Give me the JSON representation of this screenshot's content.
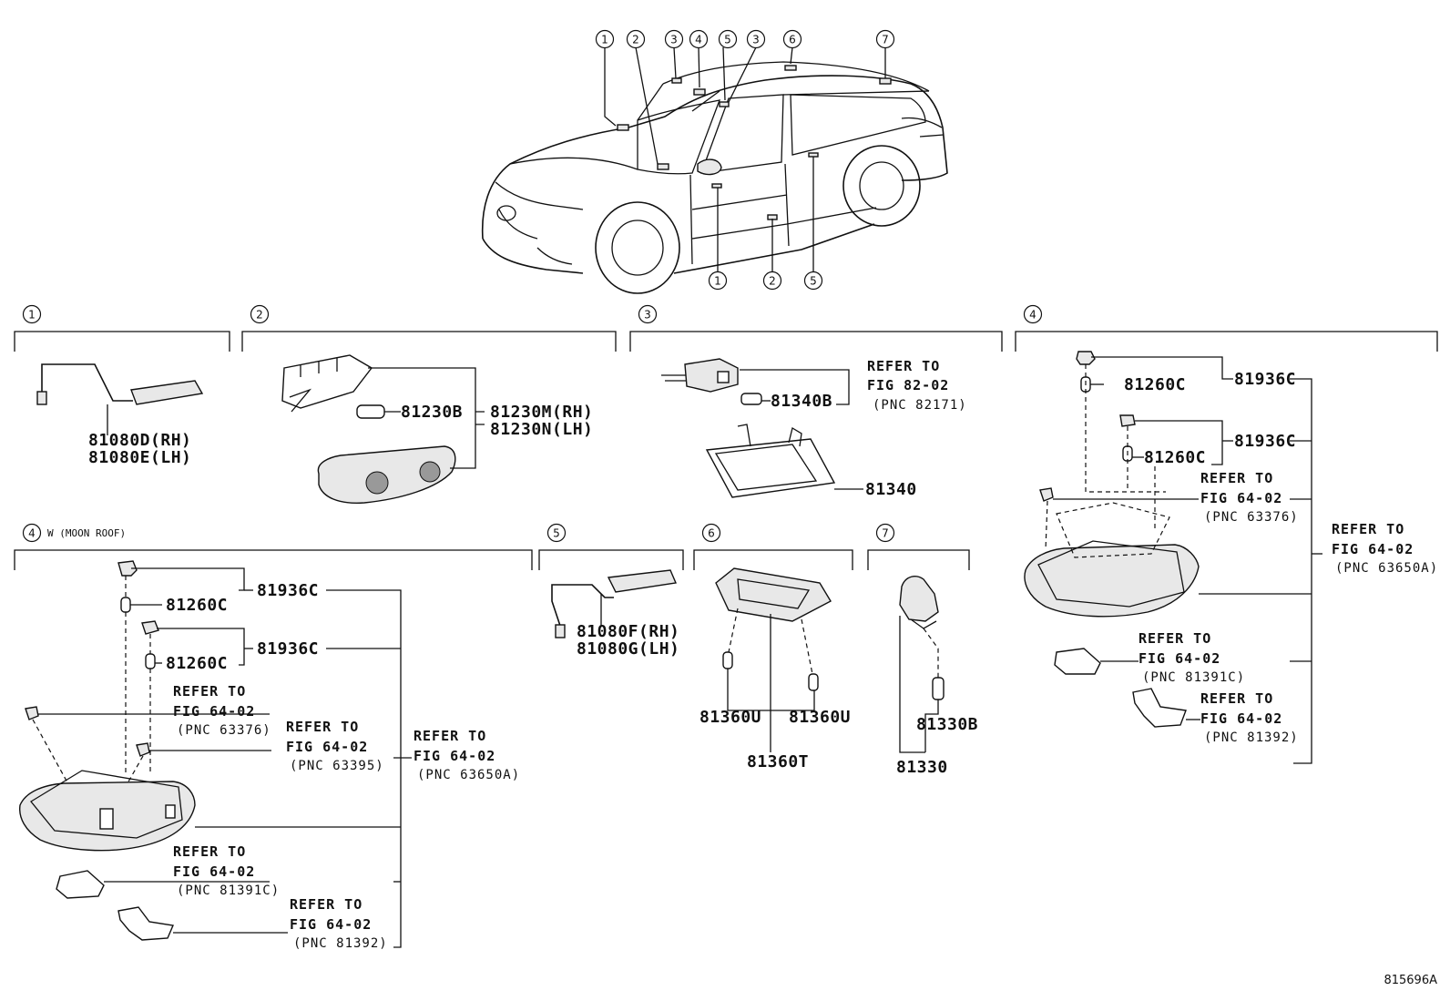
{
  "figure_code": "815696A",
  "car_callouts_top": [
    "1",
    "2",
    "3",
    "4",
    "5",
    "3",
    "6",
    "7"
  ],
  "car_callouts_bottom": [
    "1",
    "2",
    "5"
  ],
  "sections": {
    "s1": {
      "index": "1",
      "part_a": "81080D(RH)",
      "part_b": "81080E(LH)"
    },
    "s2": {
      "index": "2",
      "bulb": "81230B",
      "part_a": "81230M(RH)",
      "part_b": "81230N(LH)"
    },
    "s3": {
      "index": "3",
      "bulb": "81340B",
      "lamp": "81340",
      "refer": "REFER TO",
      "fig": "FIG 82-02",
      "pnc": "(PNC 82171)"
    },
    "s4": {
      "index": "4",
      "clip_a": "81936C",
      "bulb_a": "81260C",
      "clip_b": "81936C",
      "bulb_b": "81260C",
      "ref1": {
        "refer": "REFER TO",
        "fig": "FIG 64-02",
        "pnc": "(PNC 63376)"
      },
      "ref2": {
        "refer": "REFER TO",
        "fig": "FIG 64-02",
        "pnc": "(PNC 63650A)"
      },
      "ref3": {
        "refer": "REFER TO",
        "fig": "FIG 64-02",
        "pnc": "(PNC 81391C)"
      },
      "ref4": {
        "refer": "REFER TO",
        "fig": "FIG 64-02",
        "pnc": "(PNC 81392)"
      }
    },
    "s4w": {
      "index": "4",
      "caption": "W (MOON ROOF)",
      "clip_a": "81936C",
      "bulb_a": "81260C",
      "clip_b": "81936C",
      "bulb_b": "81260C",
      "ref1": {
        "refer": "REFER TO",
        "fig": "FIG 64-02",
        "pnc": "(PNC 63376)"
      },
      "ref2": {
        "refer": "REFER TO",
        "fig": "FIG 64-02",
        "pnc": "(PNC 63395)"
      },
      "ref3": {
        "refer": "REFER TO",
        "fig": "FIG 64-02",
        "pnc": "(PNC 63650A)"
      },
      "ref4": {
        "refer": "REFER TO",
        "fig": "FIG 64-02",
        "pnc": "(PNC 81391C)"
      },
      "ref5": {
        "refer": "REFER TO",
        "fig": "FIG 64-02",
        "pnc": "(PNC 81392)"
      }
    },
    "s5": {
      "index": "5",
      "part_a": "81080F(RH)",
      "part_b": "81080G(LH)"
    },
    "s6": {
      "index": "6",
      "bulb_l": "81360U",
      "bulb_r": "81360U",
      "lamp": "81360T"
    },
    "s7": {
      "index": "7",
      "bulb": "81330B",
      "lamp": "81330"
    }
  }
}
